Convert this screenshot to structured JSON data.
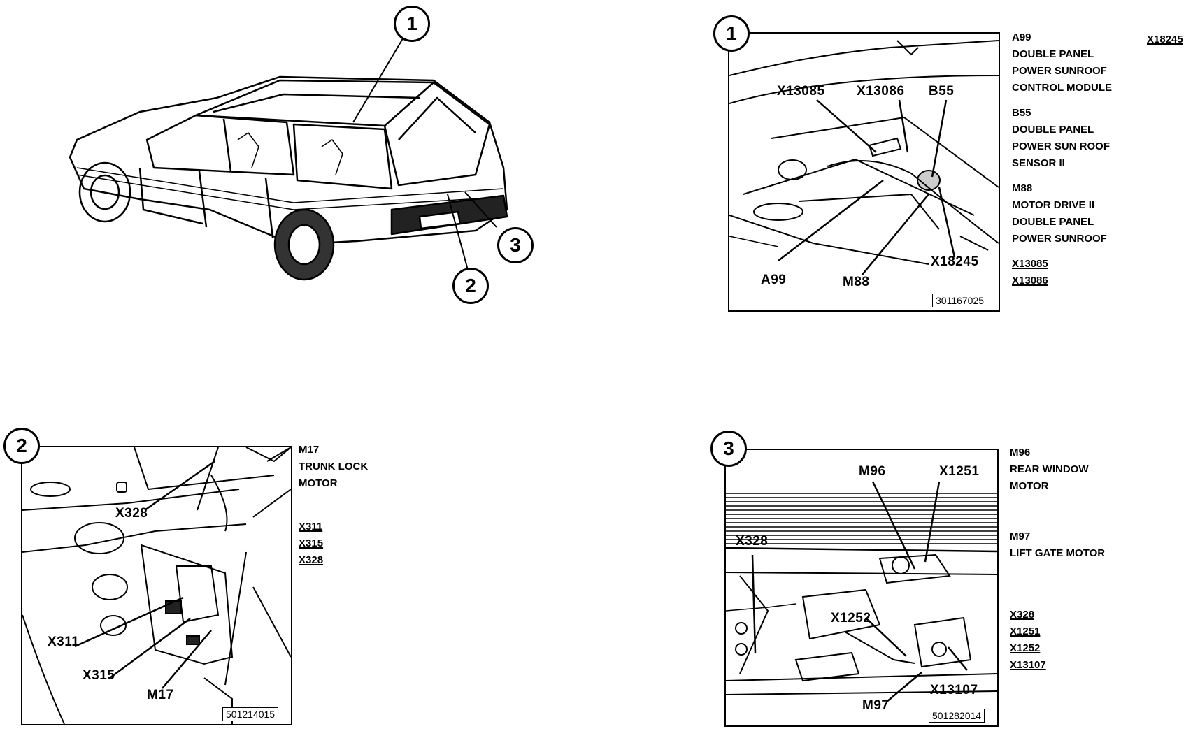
{
  "overview": {
    "markers": [
      "1",
      "2",
      "3"
    ]
  },
  "panel1": {
    "number": "1",
    "code": "301167025",
    "callouts": {
      "x13085": "X13085",
      "x13086": "X13086",
      "b55": "B55",
      "x18245": "X18245",
      "a99": "A99",
      "m88": "M88"
    },
    "xref_top": "X18245",
    "legend": [
      "A99",
      "DOUBLE PANEL",
      "POWER SUNROOF",
      "CONTROL MODULE",
      "B55",
      "DOUBLE PANEL",
      "POWER SUN ROOF",
      "SENSOR II",
      "M88",
      "MOTOR DRIVE II",
      "DOUBLE PANEL",
      "POWER SUNROOF"
    ],
    "connectors": [
      "X13085",
      "X13086"
    ]
  },
  "panel2": {
    "number": "2",
    "code": "501214015",
    "callouts": {
      "x328": "X328",
      "x311": "X311",
      "x315": "X315",
      "m17": "M17"
    },
    "legend": [
      "M17",
      "TRUNK LOCK",
      "MOTOR"
    ],
    "connectors": [
      "X311",
      "X315",
      "X328"
    ]
  },
  "panel3": {
    "number": "3",
    "code": "501282014",
    "callouts": {
      "m96": "M96",
      "x1251": "X1251",
      "x328": "X328",
      "x1252": "X1252",
      "x13107": "X13107",
      "m97": "M97"
    },
    "legend": [
      "M96",
      "REAR WINDOW",
      "MOTOR",
      "M97",
      "LIFT GATE MOTOR"
    ],
    "connectors": [
      "X328",
      "X1251",
      "X1252",
      "X13107"
    ]
  }
}
